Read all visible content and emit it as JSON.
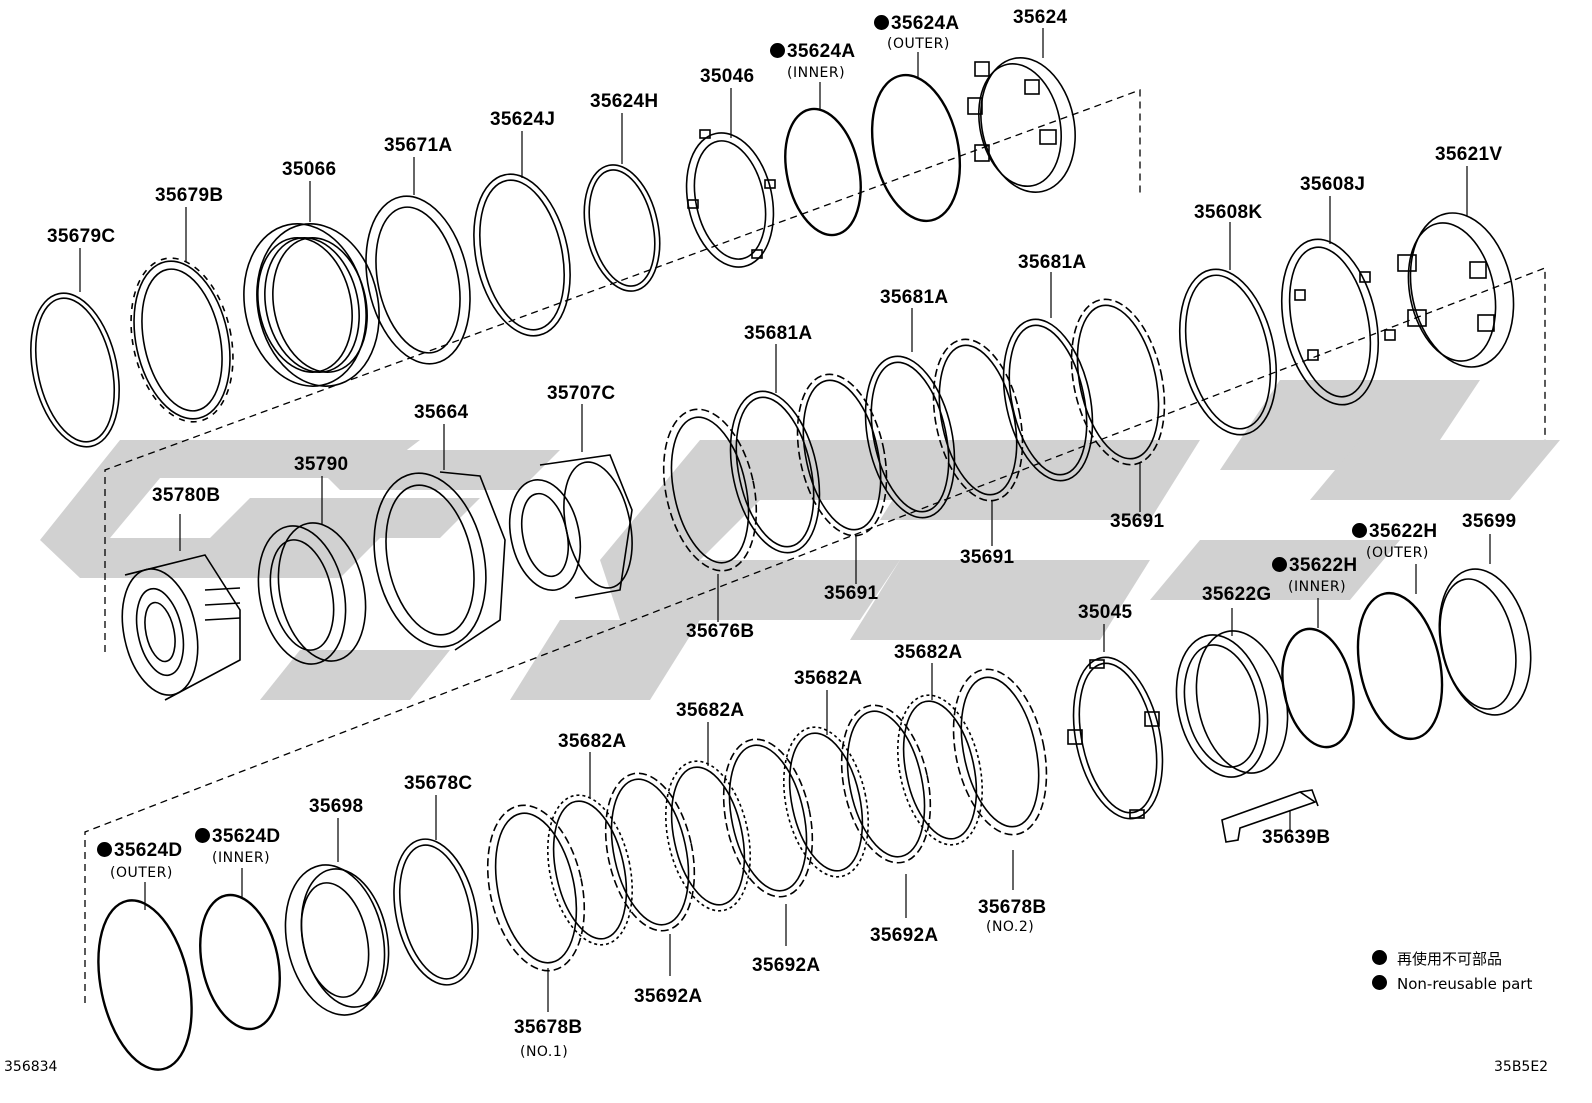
{
  "diagram": {
    "parts": [
      {
        "id": "p-35679C",
        "number": "35679C"
      },
      {
        "id": "p-35679B",
        "number": "35679B"
      },
      {
        "id": "p-35066",
        "number": "35066"
      },
      {
        "id": "p-35671A",
        "number": "35671A"
      },
      {
        "id": "p-35624J",
        "number": "35624J"
      },
      {
        "id": "p-35624H",
        "number": "35624H"
      },
      {
        "id": "p-35046",
        "number": "35046"
      },
      {
        "id": "p-35624A-inner",
        "number": "35624A",
        "note": "(INNER)",
        "non_reusable": true
      },
      {
        "id": "p-35624A-outer",
        "number": "35624A",
        "note": "(OUTER)",
        "non_reusable": true
      },
      {
        "id": "p-35624",
        "number": "35624"
      },
      {
        "id": "p-35621V",
        "number": "35621V"
      },
      {
        "id": "p-35608J",
        "number": "35608J"
      },
      {
        "id": "p-35608K",
        "number": "35608K"
      },
      {
        "id": "p-35681A-1",
        "number": "35681A"
      },
      {
        "id": "p-35681A-2",
        "number": "35681A"
      },
      {
        "id": "p-35681A-3",
        "number": "35681A"
      },
      {
        "id": "p-35664",
        "number": "35664"
      },
      {
        "id": "p-35707C",
        "number": "35707C"
      },
      {
        "id": "p-35790",
        "number": "35790"
      },
      {
        "id": "p-35780B",
        "number": "35780B"
      },
      {
        "id": "p-35691-1",
        "number": "35691"
      },
      {
        "id": "p-35691-2",
        "number": "35691"
      },
      {
        "id": "p-35691-3",
        "number": "35691"
      },
      {
        "id": "p-35676B",
        "number": "35676B"
      },
      {
        "id": "p-35699",
        "number": "35699"
      },
      {
        "id": "p-35622H-outer",
        "number": "35622H",
        "note": "(OUTER)",
        "non_reusable": true
      },
      {
        "id": "p-35622H-inner",
        "number": "35622H",
        "note": "(INNER)",
        "non_reusable": true
      },
      {
        "id": "p-35622G",
        "number": "35622G"
      },
      {
        "id": "p-35045",
        "number": "35045"
      },
      {
        "id": "p-35682A-1",
        "number": "35682A"
      },
      {
        "id": "p-35682A-2",
        "number": "35682A"
      },
      {
        "id": "p-35682A-3",
        "number": "35682A"
      },
      {
        "id": "p-35682A-4",
        "number": "35682A"
      },
      {
        "id": "p-35639B",
        "number": "35639B"
      },
      {
        "id": "p-35678B-no2",
        "number": "35678B",
        "note": "(NO.2)"
      },
      {
        "id": "p-35692A-1",
        "number": "35692A"
      },
      {
        "id": "p-35692A-2",
        "number": "35692A"
      },
      {
        "id": "p-35692A-3",
        "number": "35692A"
      },
      {
        "id": "p-35678C",
        "number": "35678C"
      },
      {
        "id": "p-35698",
        "number": "35698"
      },
      {
        "id": "p-35624D-inner",
        "number": "35624D",
        "note": "(INNER)",
        "non_reusable": true
      },
      {
        "id": "p-35624D-outer",
        "number": "35624D",
        "note": "(OUTER)",
        "non_reusable": true
      },
      {
        "id": "p-35678B-no1",
        "number": "35678B",
        "note": "(NO.1)"
      }
    ],
    "legend": {
      "japanese": "再使用不可部品",
      "english": "Non-reusable part"
    },
    "codes": {
      "bottom_left": "356834",
      "bottom_right": "35B5E2"
    }
  }
}
